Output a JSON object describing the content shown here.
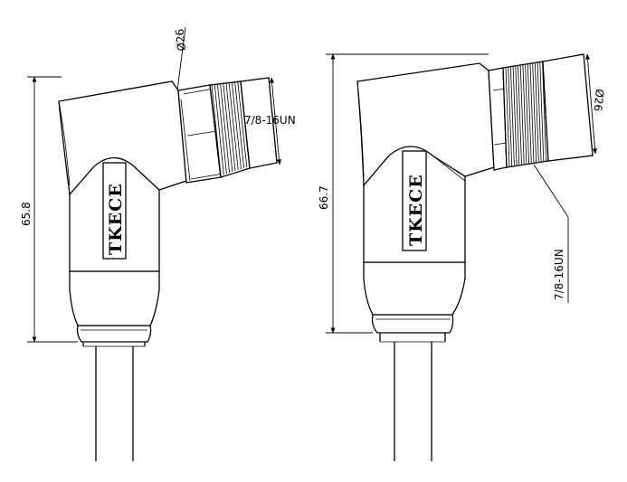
{
  "connector_left": {
    "brand": "TKECE",
    "height_dim": "65.8",
    "diameter_dim": "Ø26",
    "thread_dim": "7/8-16UN"
  },
  "connector_right": {
    "brand": "TKECE",
    "height_dim": "66.7",
    "diameter_dim": "Ø26",
    "thread_dim": "7/8-16UN"
  },
  "colors": {
    "line": "#000000",
    "background": "#ffffff"
  }
}
